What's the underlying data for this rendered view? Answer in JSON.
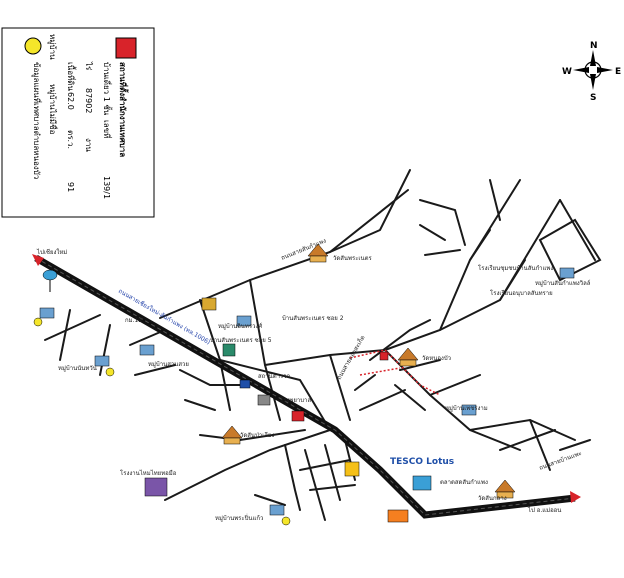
{
  "legend": {
    "office_title": "สถานที่ตั้งสำนักงานเทศบาล",
    "office_building": "บ้านเดี่ยว 1 ชั้น",
    "address_label": "เลขที่",
    "address_value": "139/1",
    "area_label_rai": "ไร่",
    "area_value_rai": "87902",
    "area_label_sqm": "ตร.ว.",
    "area_value_sqm": "91",
    "area_ngan_label": "งาน",
    "area_total_label": "เนื้อที่ดิน",
    "area_total_value": "62.0",
    "village_label": "หมู่บ้าน",
    "village_value": "หมู่บ้านไม่มีชื่อ",
    "info_label": "ข้อมูลแผนที่เทศบาลตำบลหนองบัว",
    "office_color": "#d8232a",
    "village_color": "#f5e62a"
  },
  "compass": {
    "n": "N",
    "s": "S",
    "e": "E",
    "w": "W"
  },
  "labels": {
    "to_city_left": "ไปเชียงใหม่",
    "to_city_right": "ไป อ.แม่ออน",
    "highway": "ถนนสายเชียงใหม่-สันกำแพง (ทล.1006)",
    "km12": "กม.12",
    "soi2": "บ้านสันพระเนตร ซอย 2",
    "soi5": "บ้านสันพระเนตร ซอย 5",
    "temp1": "วัดสันพระเนตร",
    "temp2": "วัดสันป่าเลียง",
    "temp3": "วัดหนองบัว",
    "temp4": "วัดสันกลาง",
    "school1": "โรงเรียนชุมชนบ้านสันกำแพง",
    "school2": "โรงเรียนอนุบาลสันทราย",
    "tesco": "TESCO Lotus",
    "hosp": "โรงพยาบาล",
    "market": "ตลาดสดสันกำแพง",
    "police": "สถานีตำรวจ",
    "village1": "หมู่บ้านพระปิ่นแก้ว",
    "village2": "หมู่บ้านนันทวัน",
    "village3": "หมู่บ้านสวนสวย",
    "village4": "หมู่บ้านอินทรวงศ์",
    "village5": "หมู่บ้านสันกำแพงวิลล์",
    "village6": "หมู่บ้านเพชรงาม",
    "factory": "โรงงานไหมไทยทอมือ",
    "road_north": "ถนนสายสันกำแพง",
    "road_east": "ถนนสายดอยสะเก็ด",
    "road_se": "ถนนสายบ้านแพะ"
  }
}
